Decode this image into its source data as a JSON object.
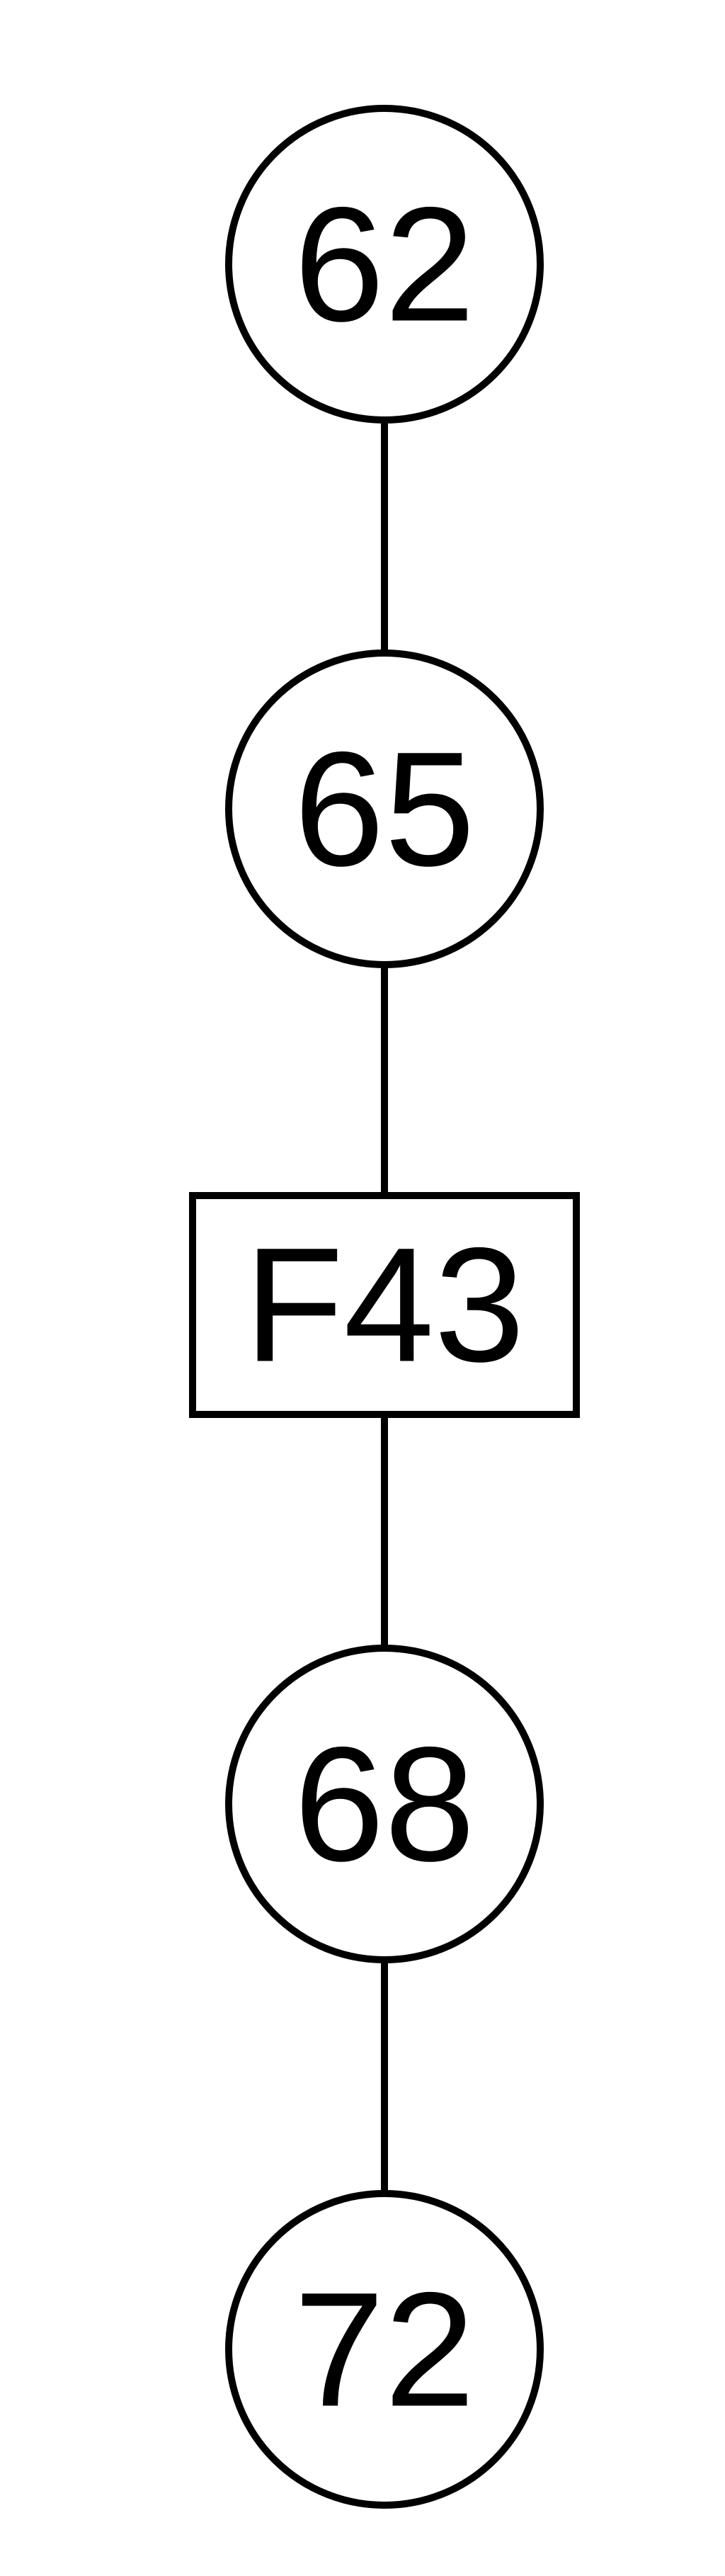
{
  "diagram": {
    "type": "vertical-chain",
    "stroke_color": "#000000",
    "background_color": "#ffffff",
    "nodes": [
      {
        "id": "n1",
        "shape": "circle",
        "label": "62"
      },
      {
        "id": "n2",
        "shape": "circle",
        "label": "65"
      },
      {
        "id": "n3",
        "shape": "rectangle",
        "label": "F43"
      },
      {
        "id": "n4",
        "shape": "circle",
        "label": "68"
      },
      {
        "id": "n5",
        "shape": "circle",
        "label": "72"
      }
    ],
    "edges": [
      {
        "from": "n1",
        "to": "n2"
      },
      {
        "from": "n2",
        "to": "n3"
      },
      {
        "from": "n3",
        "to": "n4"
      },
      {
        "from": "n4",
        "to": "n5"
      }
    ]
  }
}
